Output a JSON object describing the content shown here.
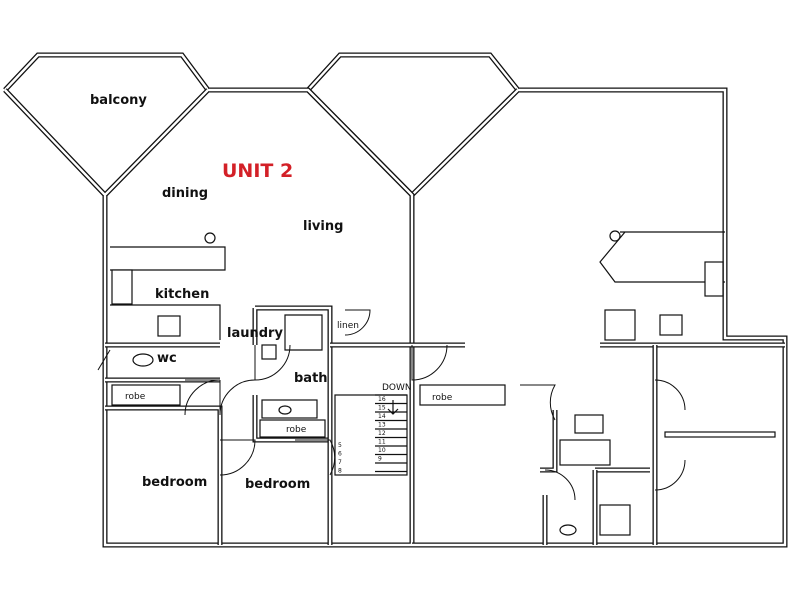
{
  "title": {
    "text": "UNIT 2",
    "color": "#d32027"
  },
  "rooms": {
    "balcony": "balcony",
    "dining": "dining",
    "living": "living",
    "kitchen": "kitchen",
    "laundry": "laundry",
    "linen": "linen",
    "wc": "wc",
    "bath": "bath",
    "robe_left": "robe",
    "robe_mid": "robe",
    "robe_right": "robe",
    "bedroom_1": "bedroom",
    "bedroom_2": "bedroom"
  },
  "stairs": {
    "direction": "DOWN",
    "upper_steps": [
      "16",
      "15",
      "14",
      "13",
      "12",
      "11",
      "10",
      "9"
    ],
    "lower_steps": [
      "5",
      "6",
      "7",
      "8"
    ]
  },
  "colors": {
    "wall": "#111111",
    "background": "#ffffff"
  }
}
